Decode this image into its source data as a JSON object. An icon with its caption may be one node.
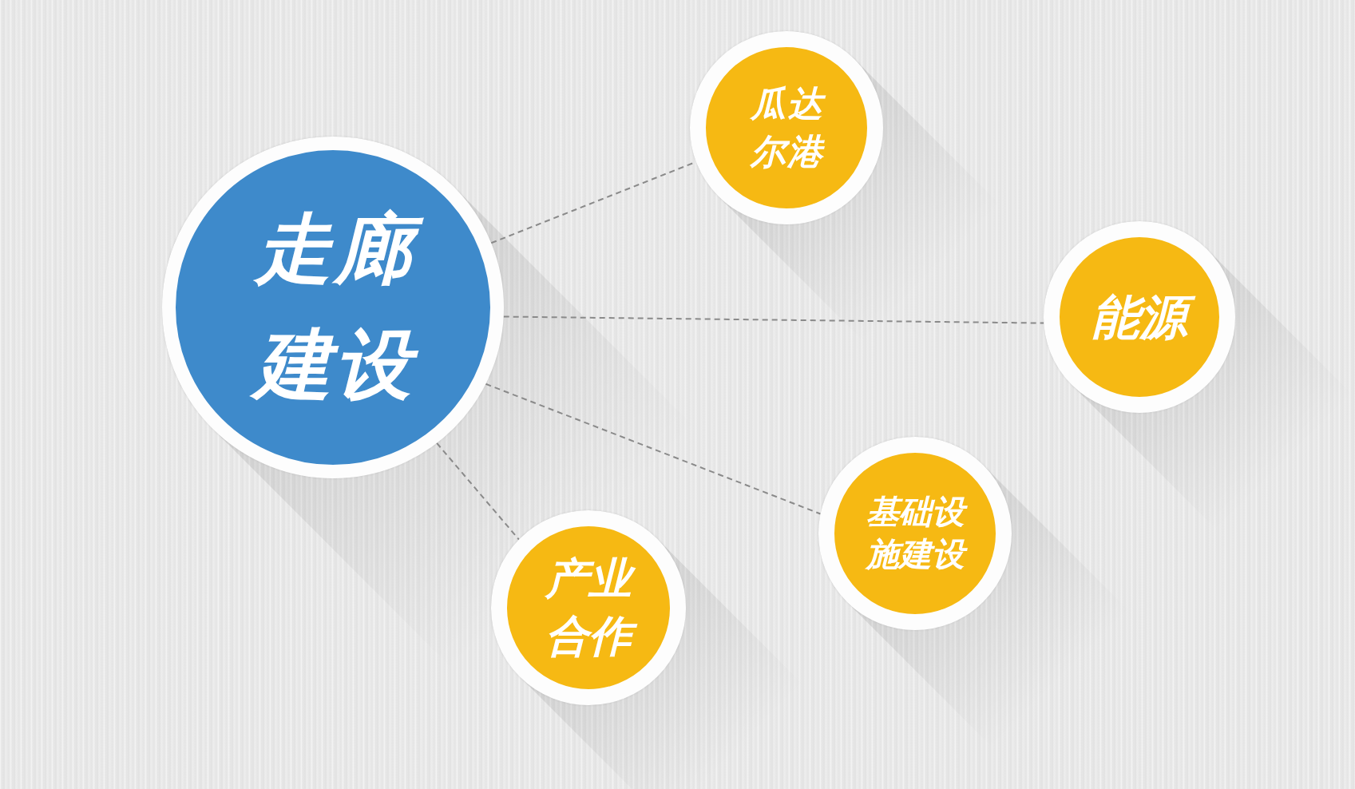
{
  "diagram": {
    "nodes": [
      {
        "text": [
          "走廊建设"
        ]
      },
      {
        "text": [
          "瓜达尔港"
        ]
      },
      {
        "text": [
          "能源"
        ]
      },
      {
        "text": [
          "基础设施建设"
        ]
      },
      {
        "text": [
          "产业合作"
        ]
      }
    ],
    "edges": [
      {
        "from": 0,
        "to": 1,
        "arrow": "none",
        "style": "dashed"
      },
      {
        "from": 0,
        "to": 2,
        "arrow": "none",
        "style": "dashed"
      },
      {
        "from": 0,
        "to": 3,
        "arrow": "none",
        "style": "dashed"
      },
      {
        "from": 0,
        "to": 4,
        "arrow": "none",
        "style": "dashed"
      }
    ]
  }
}
